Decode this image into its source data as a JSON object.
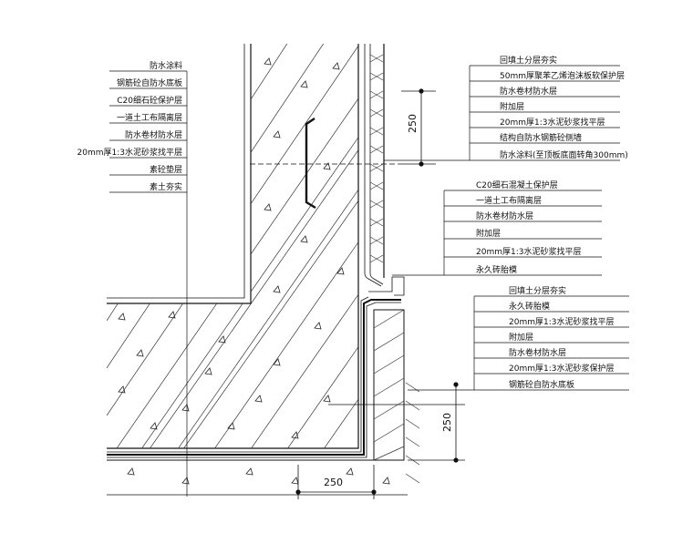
{
  "labels": {
    "left": [
      "防水涂料",
      "钢筋砼自防水底板",
      "C20细石砼保护层",
      "一道土工布隔离层",
      "防水卷材防水层",
      "20mm厚1:3水泥砂浆找平层",
      "素砼垫层",
      "素土夯实"
    ],
    "right_top": [
      "回填土分层夯实",
      "50mm厚聚苯乙烯泡沫板软保护层",
      "防水卷材防水层",
      "附加层",
      "20mm厚1:3水泥砂浆找平层",
      "结构自防水钢筋砼侧墙",
      "防水涂料(至顶板底面转角300mm)"
    ],
    "right_mid": [
      "C20细石混凝土保护层",
      "一道土工布隔离层",
      "防水卷材防水层",
      "附加层",
      "20mm厚1:3水泥砂浆找平层",
      "永久砖胎模"
    ],
    "right_bottom": [
      "回填土分层夯实",
      "永久砖胎模",
      "20mm厚1:3水泥砂浆找平层",
      "附加层",
      "防水卷材防水层",
      "20mm厚1:3水泥砂浆保护层",
      "钢筋砼自防水底板"
    ]
  },
  "dimensions": {
    "top_vertical": "250",
    "bottom_vertical": "250",
    "bottom_horizontal": "250"
  },
  "colors": {
    "line": "#111111",
    "hatch": "#333333"
  }
}
